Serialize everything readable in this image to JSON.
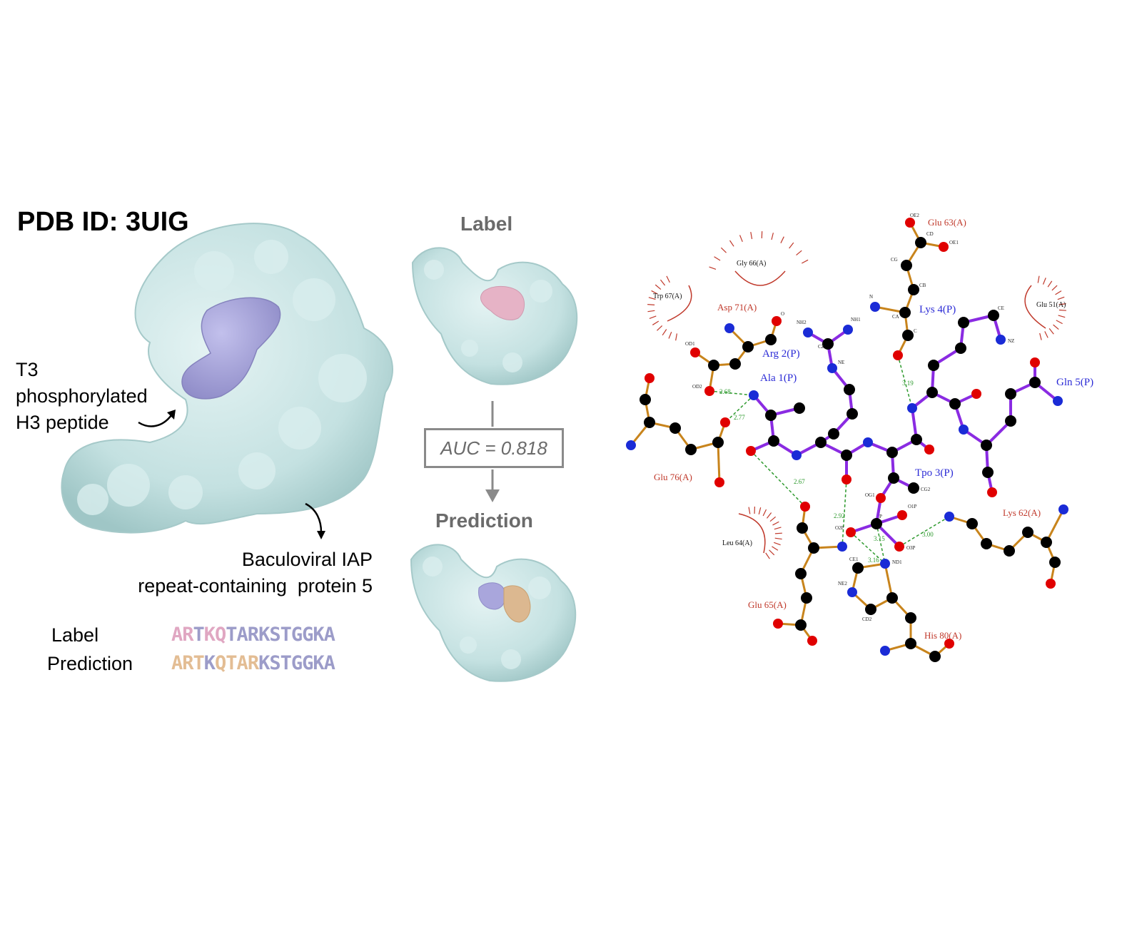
{
  "left_panel": {
    "title": "PDB ID: 3UIG",
    "peptide_annotation": [
      "T3",
      "phosphorylated",
      "H3 peptide"
    ],
    "protein_annotation": [
      "Baculoviral IAP",
      "repeat-containing  protein 5"
    ],
    "sequence_label_name": "Label",
    "sequence_prediction_name": "Prediction",
    "label_sequence": [
      {
        "t": "AR",
        "c": "#e0a7c2"
      },
      {
        "t": "T",
        "c": "#9c9cc9"
      },
      {
        "t": "KQ",
        "c": "#e0a7c2"
      },
      {
        "t": "TARKSTGGKA",
        "c": "#9c9cc9"
      }
    ],
    "prediction_sequence": [
      {
        "t": "ART",
        "c": "#e3bd94"
      },
      {
        "t": "K",
        "c": "#9c9cc9"
      },
      {
        "t": "QTAR",
        "c": "#e3bd94"
      },
      {
        "t": "KSTGGKA",
        "c": "#9c9cc9"
      }
    ]
  },
  "middle_panel": {
    "label_heading": "Label",
    "auc_text": "AUC = 0.818",
    "prediction_heading": "Prediction"
  },
  "colors": {
    "surface": "#cde8e8",
    "peptide_purple": "#a9a6dc",
    "label_pink": "#e6b3c6",
    "pred_orange": "#dcb890",
    "carbon": "#000000",
    "oxygen": "#e00000",
    "nitrogen": "#1a2bd6",
    "ligand_bond": "#8a2be2",
    "residue_bond": "#c8841c",
    "hbond": "#2e9a2e"
  },
  "interaction_map": {
    "ligand_residues": [
      "Arg 2(P)",
      "Ala 1(P)",
      "Lys 4(P)",
      "Gln 5(P)",
      "Tpo 3(P)"
    ],
    "hbond_residues": [
      "Glu 63(A)",
      "Asp 71(A)",
      "Glu 76(A)",
      "Lys 62(A)",
      "Glu 65(A)",
      "His 80(A)"
    ],
    "hydrophobic_residues": [
      "Gly 66(A)",
      "Trp 67(A)",
      "Glu 51(A)",
      "Leu 64(A)"
    ],
    "distances": [
      "2.68",
      "2.77",
      "2.67",
      "2.92",
      "3.19",
      "3.15",
      "3.16",
      "3.00"
    ],
    "atom_labels": [
      "OE2",
      "CD",
      "OE1",
      "CG",
      "CB",
      "N",
      "CA",
      "C",
      "O",
      "NH2",
      "NH1",
      "CZ",
      "NE",
      "OD1",
      "OD2",
      "CE",
      "NZ",
      "OG1",
      "O1P",
      "O3P",
      "O2P",
      "CG2",
      "P",
      "ND1",
      "NE2",
      "CD2",
      "CE1"
    ]
  }
}
